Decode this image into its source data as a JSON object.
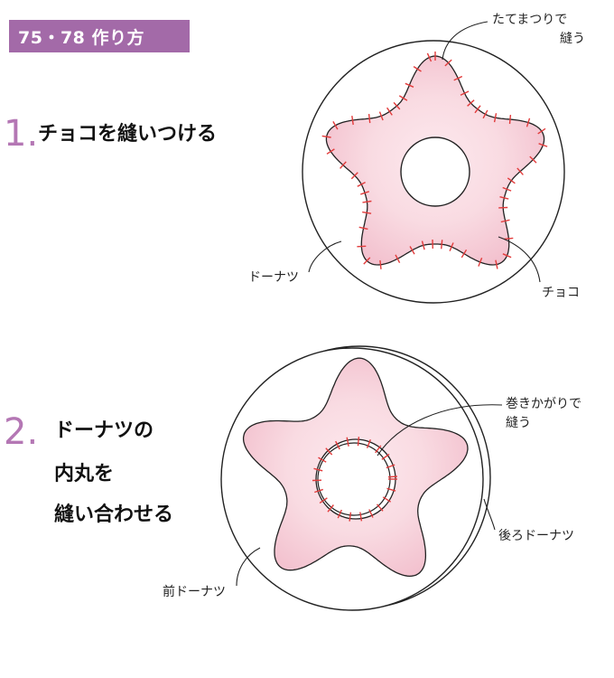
{
  "header": {
    "title": "75・78 作り方"
  },
  "steps": [
    {
      "number": "1.",
      "lines": [
        "チョコを縫いつける"
      ]
    },
    {
      "number": "2.",
      "lines": [
        "ドーナツの",
        "内丸を",
        "縫い合わせる"
      ]
    }
  ],
  "labels": {
    "tatematsuri_line1": "たてまつりで",
    "tatematsuri_line2": "縫う",
    "donut": "ドーナツ",
    "choco": "チョコ",
    "makikagari_line1": "巻きかがりで",
    "makikagari_line2": "縫う",
    "back_donut": "後ろドーナツ",
    "front_donut": "前ドーナツ"
  },
  "colors": {
    "accent": "#a36aa8",
    "step_number": "#b477b4",
    "choco_fill": "#f7d4dc",
    "stitch": "#e23b3b",
    "outline": "#222222"
  }
}
